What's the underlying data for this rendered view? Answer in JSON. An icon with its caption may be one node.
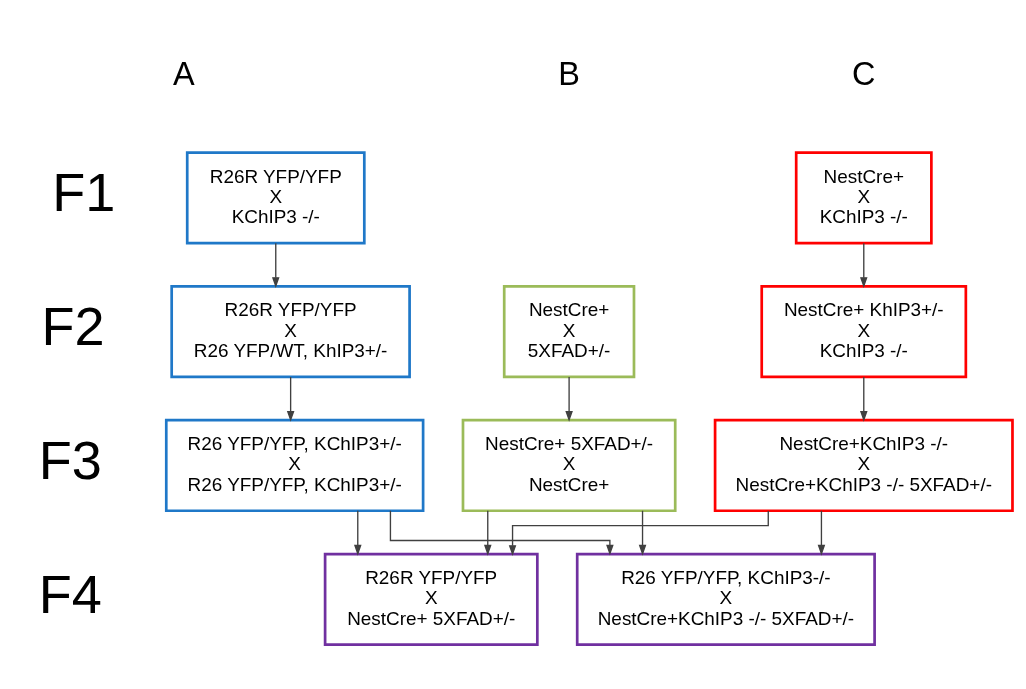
{
  "diagram": {
    "nodes": [
      {
        "text": [
          "R26R YFP/YFP",
          "X",
          "KChIP3 -/-"
        ]
      },
      {
        "text": [
          "NestCre+",
          "X",
          "KChIP3 -/-"
        ]
      },
      {
        "text": [
          "R26R YFP/YFP",
          "X",
          "R26 YFP/WT, KhIP3+/-"
        ]
      },
      {
        "text": [
          "NestCre+",
          "X",
          "5XFAD+/-"
        ]
      },
      {
        "text": [
          "NestCre+ KhIP3+/-",
          "X",
          "KChIP3 -/-"
        ]
      },
      {
        "text": [
          "R26 YFP/YFP, KChIP3+/-",
          "X",
          "R26 YFP/YFP, KChIP3+/-"
        ]
      },
      {
        "text": [
          "NestCre+ 5XFAD+/-",
          "X",
          "NestCre+"
        ]
      },
      {
        "text": [
          "NestCre+KChIP3 -/-",
          "X",
          "NestCre+KChIP3 -/- 5XFAD+/-"
        ]
      },
      {
        "text": [
          "R26 YFP/YFP, KChIP3-/-",
          "X",
          "NestCre+KChIP3 -/- 5XFAD+/-"
        ]
      },
      {
        "text": [
          "R26R YFP/YFP",
          "X",
          "NestCre+ 5XFAD+/-"
        ]
      }
    ],
    "edges": [
      {
        "from": 0,
        "to": 2,
        "arrow": "to"
      },
      {
        "from": 2,
        "to": 5,
        "arrow": "to"
      },
      {
        "from": 3,
        "to": 6,
        "arrow": "to"
      },
      {
        "from": 1,
        "to": 4,
        "arrow": "to"
      },
      {
        "from": 4,
        "to": 7,
        "arrow": "to"
      },
      {
        "from": 5,
        "to": 8,
        "arrow": "to"
      },
      {
        "from": 5,
        "to": 9,
        "arrow": "to"
      },
      {
        "from": 6,
        "to": 8,
        "arrow": "to"
      },
      {
        "from": 6,
        "to": 9,
        "arrow": "to"
      },
      {
        "from": 7,
        "to": 8,
        "arrow": "to"
      },
      {
        "from": 7,
        "to": 9,
        "arrow": "to"
      }
    ],
    "labels": [
      "A",
      "B",
      "C",
      "F1",
      "F2",
      "F3",
      "F4"
    ]
  }
}
